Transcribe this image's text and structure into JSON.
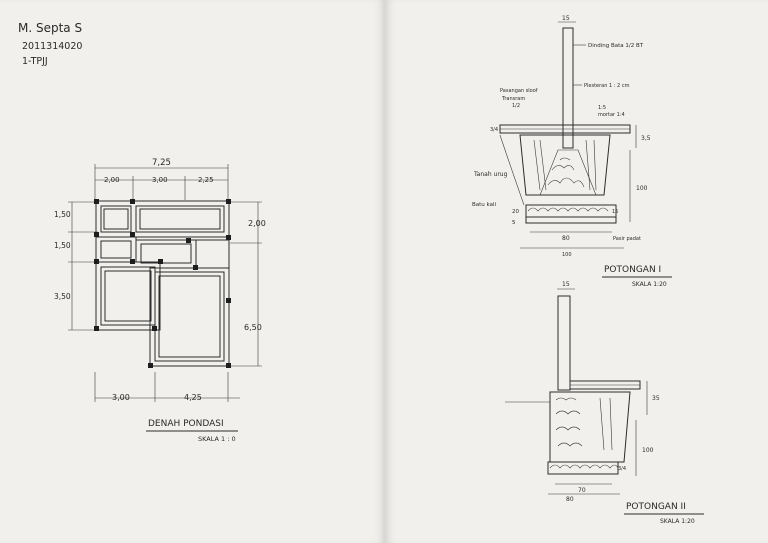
{
  "author": {
    "name": "M. Septa S",
    "id": "2011314020",
    "class": "1-TPJJ"
  },
  "plan": {
    "title": "DENAH PONDASI",
    "scale": "SKALA 1 : 0",
    "dims": {
      "total": "7,25",
      "d1": "2,00",
      "d2": "3,00",
      "d3": "2,25",
      "l1": "1,50",
      "l2": "1,50",
      "l3": "3,50",
      "r1": "2,00",
      "r2": "6,50",
      "b1": "3,00",
      "b2": "4,25"
    }
  },
  "section1": {
    "title": "POTONGAN I",
    "scale": "SKALA 1:20",
    "labels": {
      "top": "15",
      "wall": "Dinding Bata 1/2 BT",
      "plaster": "Plesteran 1 : 2 cm",
      "sloof": "Pasangan sloof",
      "transram": "Transram",
      "trasram_ratio": "1/2",
      "ratio": "1:5",
      "mortar": "mortar 1:4",
      "h35": "3,5",
      "left_small": "3/4",
      "ground": "Tanah urug",
      "stone": "Batu kali",
      "h100": "100",
      "h20": "20",
      "h5": "5",
      "w80": "80",
      "w100": "100",
      "w15": "15",
      "sand": "Pasir padat"
    }
  },
  "section2": {
    "title": "POTONGAN II",
    "scale": "SKALA 1:20",
    "labels": {
      "top": "15",
      "h35": "35",
      "h100": "100",
      "w70": "70",
      "w80": "80",
      "small": "3/4"
    }
  }
}
